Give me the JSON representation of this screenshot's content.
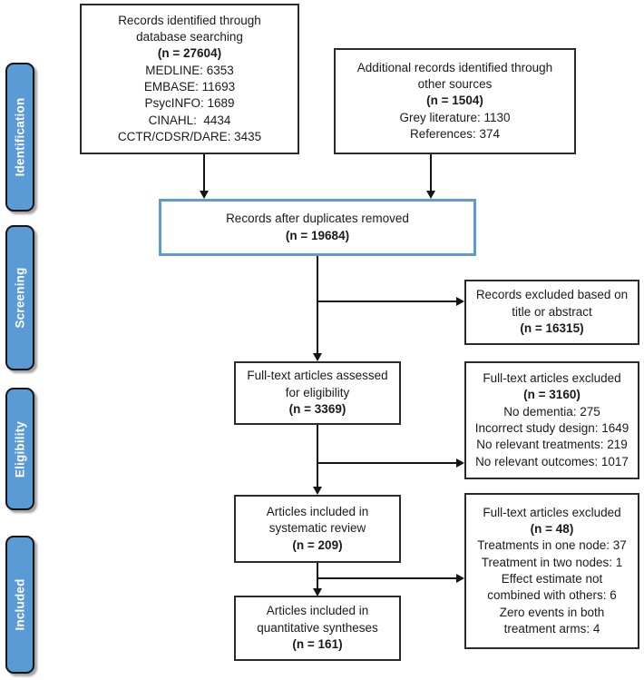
{
  "colors": {
    "stage_fill": "#5b9bd5",
    "highlight_border": "#5b9bd5",
    "box_border": "#2b2b2b",
    "arrow": "#141414",
    "stage_text": "#ffffff"
  },
  "stages": [
    {
      "label": "Identification"
    },
    {
      "label": "Screening"
    },
    {
      "label": "Eligibility"
    },
    {
      "label": "Included"
    }
  ],
  "boxes": {
    "db_search": {
      "title": [
        "Records identified through",
        "database searching"
      ],
      "n": "(n = 27604)",
      "details": [
        "MEDLINE: 6353",
        "EMBASE: 11693",
        "PsycINFO: 1689",
        "CINAHL:  4434",
        "CCTR/CDSR/DARE: 3435"
      ]
    },
    "other_sources": {
      "title": [
        "Additional records identified through",
        "other sources"
      ],
      "n": "(n = 1504)",
      "details": [
        "Grey literature: 1130",
        "References: 374"
      ]
    },
    "dedup": {
      "title": [
        "Records after duplicates removed"
      ],
      "n": "(n = 19684)"
    },
    "excluded_title_abstract": {
      "title": [
        "Records excluded based on",
        "title or abstract"
      ],
      "n": "(n = 16315)"
    },
    "fulltext_assessed": {
      "title": [
        "Full-text articles assessed",
        "for eligibility"
      ],
      "n": "(n = 3369)"
    },
    "fulltext_excluded": {
      "title": [
        "Full-text articles excluded"
      ],
      "n": "(n = 3160)",
      "details": [
        "No dementia: 275",
        "Incorrect study design: 1649",
        "No relevant treatments: 219",
        "No relevant outcomes: 1017"
      ]
    },
    "systematic_review": {
      "title": [
        "Articles included in",
        "systematic review"
      ],
      "n": "(n = 209)"
    },
    "fulltext_excluded_48": {
      "title": [
        "Full-text articles excluded"
      ],
      "n": "(n = 48)",
      "details": [
        "Treatments in one node: 37",
        "Treatment in two nodes: 1",
        "Effect estimate not",
        "combined with others: 6",
        "Zero events in both",
        "treatment arms: 4"
      ]
    },
    "quantitative": {
      "title": [
        "Articles included in",
        "quantitative syntheses"
      ],
      "n": "(n = 161)"
    }
  }
}
